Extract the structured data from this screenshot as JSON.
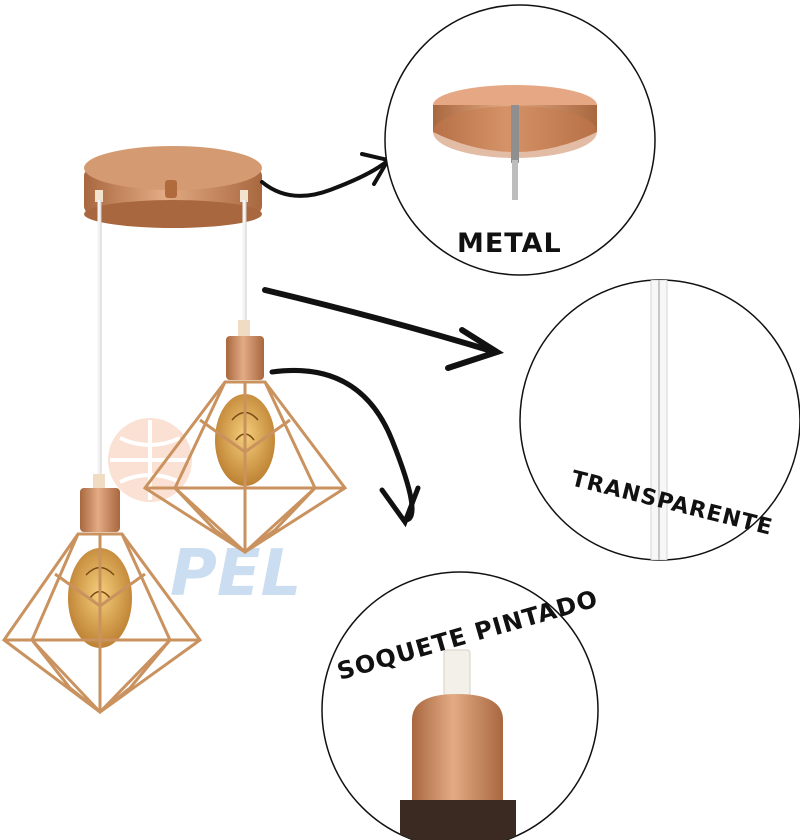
{
  "callouts": {
    "metal": {
      "label": "METAL"
    },
    "cable": {
      "label": "TRANSPARENTE"
    },
    "socket": {
      "label": "SOQUETE PINTADO"
    }
  },
  "watermark": {
    "text": "PEL"
  },
  "colors": {
    "copper": "#c98a5e",
    "copper_dark": "#9a5f3c",
    "copper_light": "#e8b48f",
    "gold_cage": "#c9925e",
    "bulb": "#d9a24a",
    "arrow": "#111111",
    "circle_stroke": "#111111",
    "watermark": "#9fc3e6"
  }
}
